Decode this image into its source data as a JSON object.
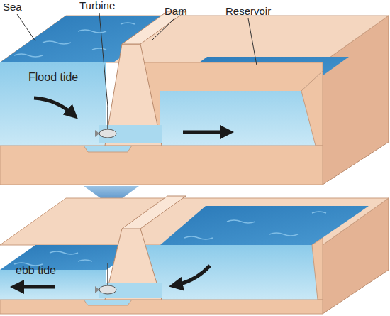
{
  "diagram": {
    "labels": [
      "Sea",
      "Turbine",
      "Dam",
      "Reservoir",
      "Flood tide",
      "ebb tide"
    ]
  }
}
